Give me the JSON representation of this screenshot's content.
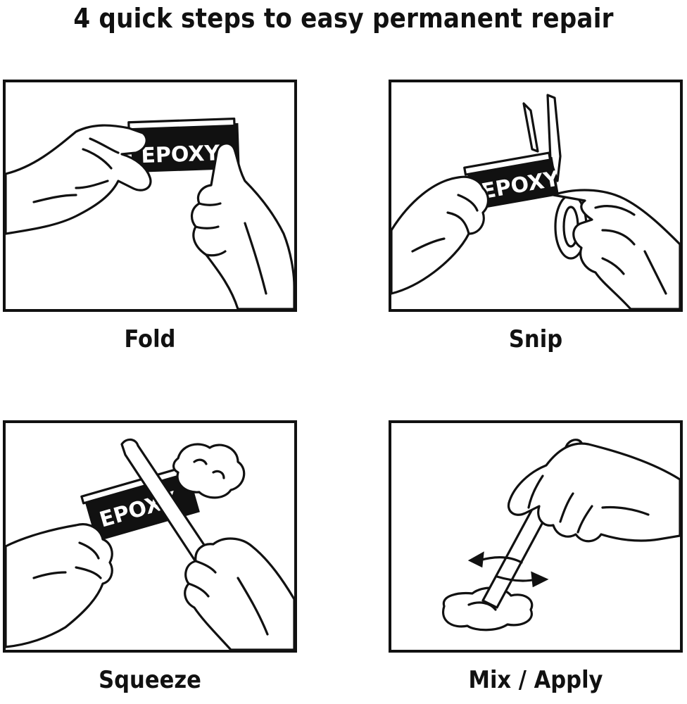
{
  "title": "4 quick steps to easy permanent repair",
  "steps": [
    {
      "label": "Fold",
      "package_text": "EPOXY"
    },
    {
      "label": "Snip",
      "package_text": "EPOXY"
    },
    {
      "label": "Squeeze",
      "package_text": "EPOXY"
    },
    {
      "label": "Mix / Apply"
    }
  ]
}
